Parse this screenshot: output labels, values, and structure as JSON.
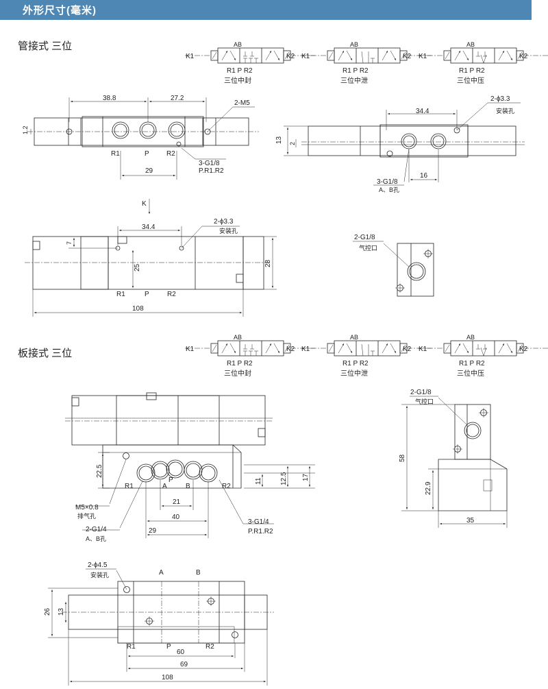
{
  "title": "外形尺寸(毫米)",
  "sections": {
    "pipe": "管接式 三位",
    "plate": "板接式 三位"
  },
  "symbols": {
    "k1": "K1",
    "k2": "K2",
    "ab": "AB",
    "ports": "R1  P  R2",
    "closed": "三位中封",
    "exhaust": "三位中泄",
    "pressure": "三位中压"
  },
  "pipe_front": {
    "d_38_8": "38.8",
    "d_27_2": "27.2",
    "d_1_2": "1.2",
    "m5": "2-M5",
    "r1": "R1",
    "p": "P",
    "r2": "R2",
    "d_29": "29",
    "g18": "3-G1/8",
    "pr1r2": "P.R1.R2"
  },
  "pipe_side": {
    "d_34_4": "34.4",
    "d_13": "13",
    "d_2": "2",
    "mount": "2-ϕ3.3",
    "mount_label": "安装孔",
    "g18": "3-G1/8",
    "ab_port": "A、B孔",
    "d_16": "16"
  },
  "pipe_top": {
    "k": "K",
    "d_34_4": "34.4",
    "mount": "2-ϕ3.3",
    "mount_label": "安装孔",
    "d_7": "7",
    "d_25": "25",
    "d_28": "28",
    "r1": "R1",
    "p": "P",
    "r2": "R2",
    "d_108": "108"
  },
  "pilot_detail": {
    "g18": "2-G1/8",
    "label": "气控口"
  },
  "plate_front": {
    "d_22_5": "22.5",
    "r1": "R1",
    "a": "A",
    "p": "P",
    "b": "B",
    "r2": "R2",
    "d_11": "11",
    "d_12_5": "12.5",
    "d_17": "17",
    "m5": "M5×0.8",
    "exhaust": "排气孔",
    "d_21": "21",
    "d_40": "40",
    "g14": "2-G1/4",
    "ab_port": "A、B孔",
    "d_29": "29",
    "g14b": "3-G1/4",
    "pr1r2": "P.R1.R2"
  },
  "plate_side": {
    "g18": "2-G1/8",
    "label": "气控口",
    "d_58": "58",
    "d_22_9": "22.9",
    "d_35": "35"
  },
  "plate_top": {
    "mount": "2-ϕ4.5",
    "mount_label": "安装孔",
    "a": "A",
    "b": "B",
    "d_26": "26",
    "d_13": "13",
    "r1": "R1",
    "p": "P",
    "r2": "R2",
    "d_60": "60",
    "d_69": "69",
    "d_108": "108"
  }
}
